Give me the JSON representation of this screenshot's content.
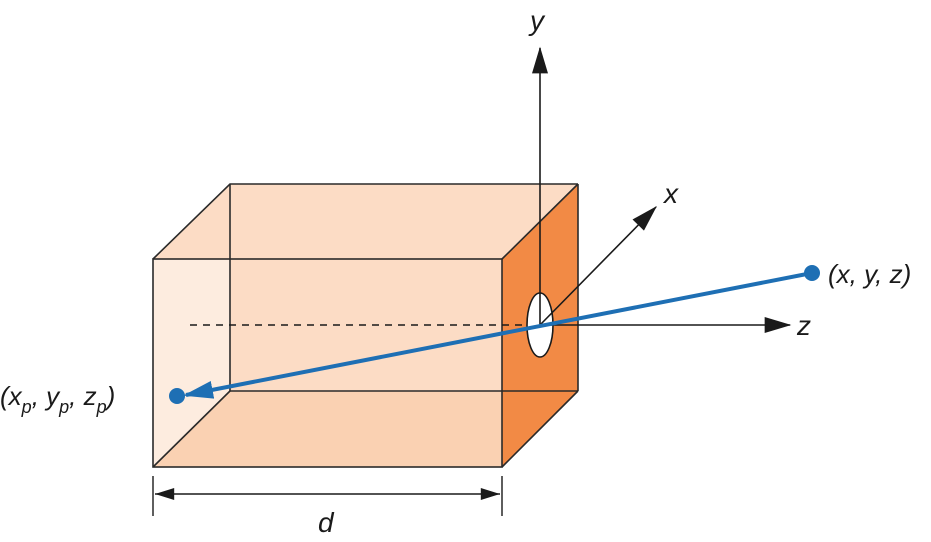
{
  "colors": {
    "box_front": "#fcdcc5",
    "box_top": "#fcdcc5",
    "box_bottom": "#f8c39c",
    "box_right_face": "#f28a45",
    "pinhole": "#ffffff",
    "ray": "#1e6fb4",
    "edges": "#2a2a2a"
  },
  "labels": {
    "axis_y": "y",
    "axis_x": "x",
    "axis_z": "z",
    "point": "(x, y, z)",
    "dimension": "d"
  },
  "projected_point": {
    "open": "(",
    "x": "x",
    "x_sub": "p",
    "sep1": ", ",
    "y": "y",
    "y_sub": "p",
    "sep2": ", ",
    "z": "z",
    "z_sub": "p",
    "close": ")"
  }
}
